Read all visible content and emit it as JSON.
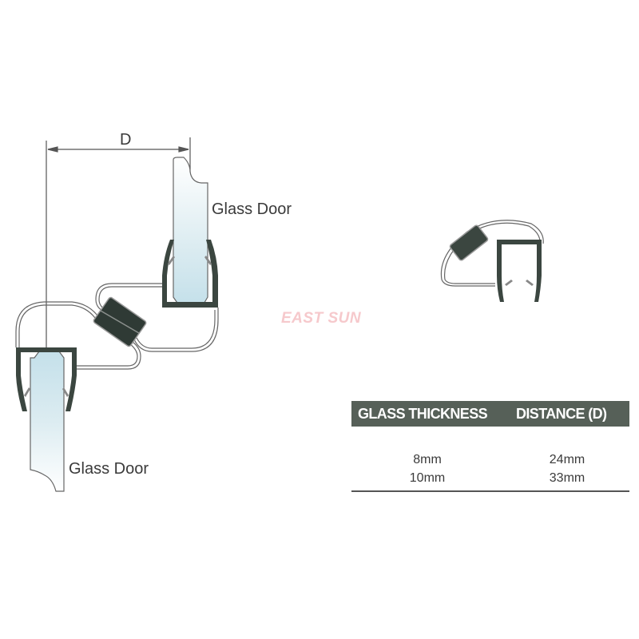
{
  "diagram": {
    "dimension_label": "D",
    "top_glass_label": "Glass Door",
    "bottom_glass_label": "Glass Door",
    "watermark": "EAST SUN",
    "colors": {
      "seal_profile": "#3b4640",
      "glass_fill": "#d6e9ef",
      "outline": "#555555",
      "table_header_bg": "#566058",
      "watermark": "#f6c9cc"
    }
  },
  "table": {
    "headers": [
      "GLASS THICKNESS",
      "DISTANCE (D)"
    ],
    "rows": [
      {
        "glass_thickness": "8mm",
        "distance": "24mm"
      },
      {
        "glass_thickness": "10mm",
        "distance": "33mm"
      }
    ]
  }
}
